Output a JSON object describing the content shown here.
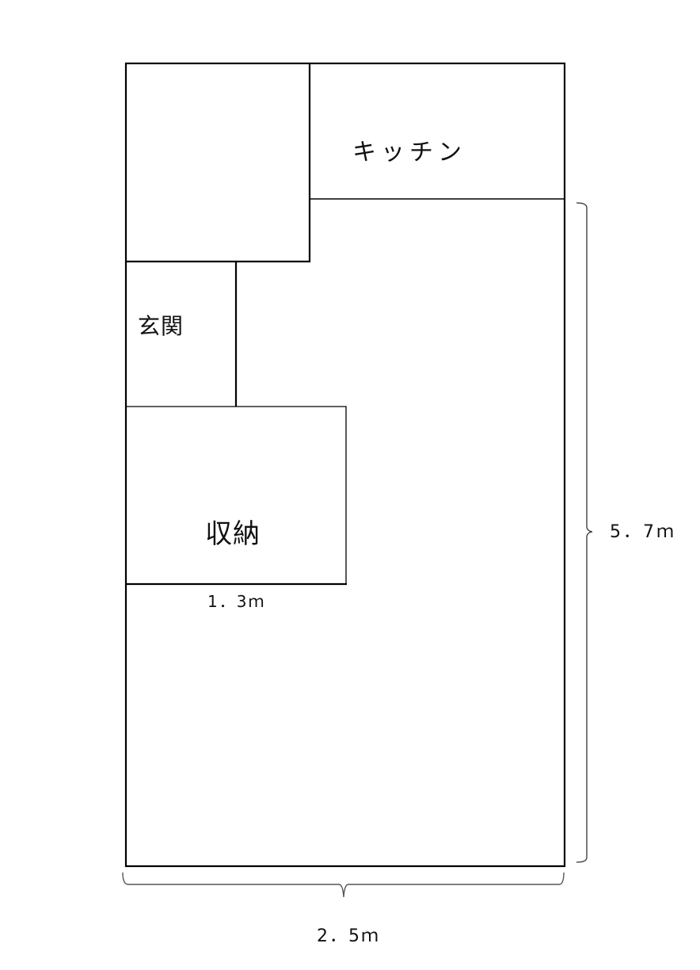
{
  "floor_plan": {
    "rooms": {
      "kitchen": "キッチン",
      "entrance": "玄関",
      "storage": "収納",
      "unlabeled_room": ""
    },
    "dimensions": {
      "storage_width": "1．3ｍ",
      "total_depth": "5．7ｍ",
      "total_width": "2．5ｍ"
    },
    "colors": {
      "line": "#000000",
      "brace": "#444444",
      "background": "#ffffff"
    }
  }
}
